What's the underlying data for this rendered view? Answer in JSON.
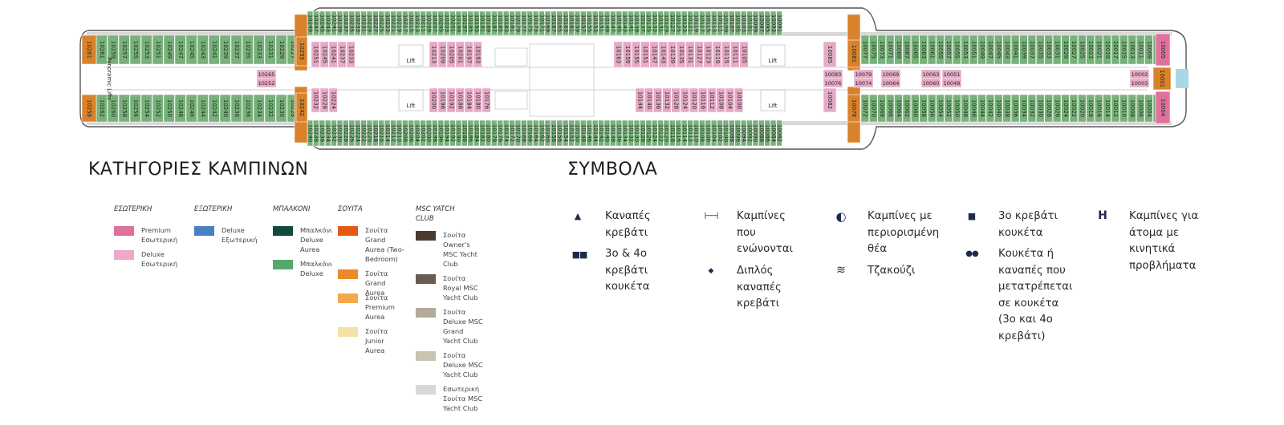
{
  "plan": {
    "lift_label": "Lift",
    "panoramic_label": "Panoramic Lifts",
    "top_outer_left": [
      "10261",
      "10259",
      "10257",
      "10255",
      "10253",
      "10251",
      "10249",
      "10247",
      "10245",
      "10243",
      "10241",
      "10239",
      "10237",
      "10235",
      "10233",
      "10231",
      "10229",
      "10227"
    ],
    "bottom_outer_left": [
      "10262",
      "10260",
      "10258",
      "10256",
      "10254",
      "10252",
      "10250",
      "10248",
      "10246",
      "10244",
      "10242",
      "10240",
      "10238",
      "10236",
      "10234",
      "10232",
      "10230",
      "10228"
    ],
    "top_outer_mid": [
      "10249",
      "10247",
      "10245",
      "10243",
      "10241",
      "10239",
      "10237",
      "10235",
      "10233",
      "10231",
      "10229",
      "10227",
      "10225",
      "10223",
      "10221",
      "10219",
      "10217",
      "10215",
      "10213",
      "10211",
      "10209",
      "10207",
      "10205",
      "10203",
      "10201",
      "10199",
      "10197",
      "10195",
      "10193",
      "10191",
      "10189",
      "10187",
      "10185",
      "10183",
      "10181",
      "10179",
      "10177",
      "10175",
      "10173",
      "10171",
      "10169",
      "10167",
      "10165",
      "10163",
      "10161",
      "10159",
      "10157",
      "10155",
      "10153",
      "10151",
      "10149",
      "10147",
      "10145",
      "10143",
      "10141",
      "10139",
      "10137",
      "10135",
      "10133",
      "10131",
      "10129",
      "10127",
      "10125",
      "10123",
      "10121",
      "10119",
      "10117",
      "10115",
      "10113",
      "10111",
      "10109",
      "10107",
      "10105",
      "10103",
      "10101",
      "10099",
      "10097",
      "10095",
      "10093",
      "10091"
    ],
    "bottom_outer_mid": [
      "10240",
      "10238",
      "10236",
      "10234",
      "10232",
      "10230",
      "10228",
      "10226",
      "10224",
      "10222",
      "10220",
      "10218",
      "10216",
      "10214",
      "10212",
      "10210",
      "10208",
      "10206",
      "10204",
      "10202",
      "10200",
      "10198",
      "10196",
      "10194",
      "10192",
      "10190",
      "10188",
      "10186",
      "10184",
      "10182",
      "10180",
      "10178",
      "10176",
      "10174",
      "10172",
      "10170",
      "10168",
      "10166",
      "10164",
      "10162",
      "10160",
      "10158",
      "10156",
      "10154",
      "10152",
      "10150",
      "10148",
      "10146",
      "10144",
      "10142",
      "10140",
      "10138",
      "10136",
      "10134",
      "10132",
      "10130",
      "10128",
      "10126",
      "10124",
      "10122",
      "10120",
      "10118",
      "10116",
      "10114",
      "10112",
      "10110",
      "10108",
      "10106",
      "10104",
      "10102",
      "10100",
      "10098",
      "10096",
      "10094",
      "10092",
      "10090",
      "10088",
      "10086",
      "10084",
      "10082"
    ],
    "top_outer_right": [
      "10077",
      "10075",
      "10073",
      "10071",
      "10069",
      "10067",
      "10065",
      "10063",
      "10061",
      "10059",
      "10057",
      "10055",
      "10053",
      "10051",
      "10049",
      "10047",
      "10045",
      "10043",
      "10041",
      "10039",
      "10037",
      "10035",
      "10033",
      "10031",
      "10029",
      "10027",
      "10025",
      "10023",
      "10021",
      "10019",
      "10017",
      "10015",
      "10013",
      "10011",
      "10009",
      "10007"
    ],
    "bottom_outer_right": [
      "10072",
      "10070",
      "10068",
      "10066",
      "10064",
      "10062",
      "10060",
      "10058",
      "10056",
      "10054",
      "10052",
      "10050",
      "10048",
      "10046",
      "10044",
      "10042",
      "10040",
      "10038",
      "10036",
      "10034",
      "10032",
      "10030",
      "10028",
      "10026",
      "10024",
      "10022",
      "10020",
      "10018",
      "10016",
      "10014",
      "10012",
      "10010",
      "10008",
      "10006",
      "10004",
      "10002"
    ],
    "inner_top_a": [
      "10251",
      "10245",
      "10241",
      "10237",
      "10233"
    ],
    "inner_top_b": [
      "10213",
      "10209",
      "10205",
      "10201",
      "10197",
      "10193"
    ],
    "inner_top_c": [
      "10163",
      "10159",
      "10155",
      "10151",
      "10147",
      "10143",
      "10139",
      "10135",
      "10131",
      "10127",
      "10123",
      "10119",
      "10115",
      "10111",
      "10105"
    ],
    "inner_bottom_a": [
      "10232",
      "10228",
      "10224"
    ],
    "inner_bottom_b": [
      "10200",
      "10196",
      "10192",
      "10188",
      "10184",
      "10180",
      "10176"
    ],
    "inner_bottom_c": [
      "10144",
      "10140",
      "10136",
      "10132",
      "10128",
      "10124",
      "10120",
      "10116",
      "10112",
      "10108",
      "10104",
      "10100"
    ],
    "mid_pairs": [
      {
        "a": "10265",
        "b": "10252"
      },
      {
        "a": "10083",
        "b": "10076"
      },
      {
        "a": "10079",
        "b": "10074"
      },
      {
        "a": "10069",
        "b": "10064"
      },
      {
        "a": "10063",
        "b": "10060"
      },
      {
        "a": "10051",
        "b": "10048"
      },
      {
        "a": "10002",
        "b": "10003"
      }
    ],
    "corner_top_left": "10261",
    "corner_bottom_left": "10258",
    "stair_top_left": "10255",
    "stair_bottom_left": "10242",
    "stair_top_right": "10085",
    "stair_right_mid": "10081",
    "stair_bottom_right": "10082",
    "stair_bottom_right2": "10078",
    "bow_top": "10005",
    "bow_mid": "10001",
    "bow_bottom": "10004",
    "colors": {
      "balcony_deluxe": "#78b17a",
      "interior_premium": "#e6a9c6",
      "suite_grand_aurea": "#d9822b",
      "hull_outline": "#555555",
      "corridor": "#ffffff",
      "deck_grey": "#d8d8d8"
    }
  },
  "categories_title": "ΚΑΤΗΓΟΡΙΕΣ ΚΑΜΠΙΝΩΝ",
  "symbols_title": "ΣΥΜΒΟΛΑ",
  "categories": [
    {
      "heading": "ΕΣΩΤΕΡΙΚΗ",
      "items": [
        {
          "label": "Premium Εσωτερική",
          "color": "#e0719d"
        },
        {
          "label": "Deluxe Εσωτερική",
          "color": "#f0a8c8"
        }
      ]
    },
    {
      "heading": "ΕΞΩΤΕΡΙΚΗ",
      "items": [
        {
          "label": "Deluxe Εξωτερική",
          "color": "#4a7fc8"
        }
      ]
    },
    {
      "heading": "ΜΠΑΛΚΟΝΙ",
      "items": [
        {
          "label": "Μπαλκόνι Deluxe Aurea",
          "color": "#0f4a3c"
        },
        {
          "label": "Μπαλκόνι Deluxe",
          "color": "#56a96c"
        }
      ]
    },
    {
      "heading": "ΣΟΥΙΤΑ",
      "items": [
        {
          "label": "Σουίτα Grand Aurea (Two-Bedroom)",
          "color": "#e35a15"
        },
        {
          "label": "Σουίτα Grand Aurea",
          "color": "#ec8a2b"
        },
        {
          "label": "Σουίτα Premium Aurea",
          "color": "#f3a84a"
        },
        {
          "label": "Σουίτα Junior Aurea",
          "color": "#f7e0a8"
        }
      ]
    },
    {
      "heading": "MSC YATCH CLUB",
      "items": [
        {
          "label": "Σουίτα Owner's MSC Yacht Club",
          "color": "#4a3b30"
        },
        {
          "label": "Σουίτα Royal MSC Yacht Club",
          "color": "#6a5c50"
        },
        {
          "label": "Σουίτα Deluxe MSC Grand Yacht Club",
          "color": "#b2aa9a"
        },
        {
          "label": "Σουίτα Deluxe MSC Yacht Club",
          "color": "#c9c3b3"
        },
        {
          "label": "Εσωτερική Σουίτα MSC Yacht Club",
          "color": "#d9d8d6"
        }
      ]
    }
  ],
  "symbols": [
    {
      "icon": "triangle-icon",
      "glyph": "▲",
      "label": "Καναπές κρεβάτι"
    },
    {
      "icon": "double-square-icon",
      "glyph": "■■",
      "label": "3ο & 4ο κρεβάτι κουκέτα"
    },
    {
      "icon": "connecting-icon",
      "glyph": "⊢⊣",
      "label": "Καμπίνες που ενώνονται"
    },
    {
      "icon": "diamond-icon",
      "glyph": "◆",
      "label": "Διπλός καναπές κρεβάτι"
    },
    {
      "icon": "half-circle-icon",
      "glyph": "◐",
      "label": "Καμπίνες με περιορισμένη θέα"
    },
    {
      "icon": "jacuzzi-icon",
      "glyph": "≋",
      "label": "Τζακούζι"
    },
    {
      "icon": "square-icon",
      "glyph": "■",
      "label": "3ο κρεβάτι κουκέτα"
    },
    {
      "icon": "double-dot-icon",
      "glyph": "●●",
      "label": "Κουκέτα ή καναπές που μετατρέπεται σε κουκέτα (3ο και 4ο κρεβάτι)"
    },
    {
      "icon": "h-icon",
      "glyph": "H",
      "label": "Καμπίνες για άτομα με κινητικά προβλήματα"
    }
  ]
}
